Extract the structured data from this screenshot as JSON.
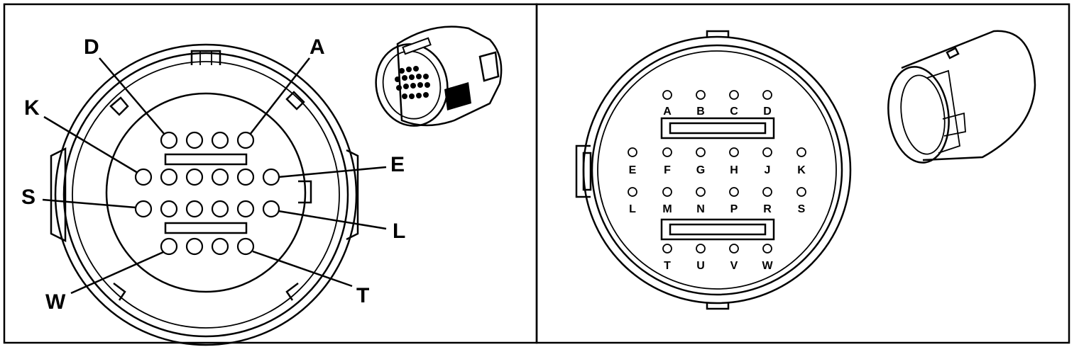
{
  "diagram": {
    "left_view": {
      "callouts": {
        "d": "D",
        "a": "A",
        "k": "K",
        "e": "E",
        "s": "S",
        "l": "L",
        "w": "W",
        "t": "T"
      }
    },
    "right_view": {
      "cavity_labels": [
        [
          "A",
          "B",
          "C",
          "D"
        ],
        [
          "E",
          "F",
          "G",
          "H",
          "J",
          "K"
        ],
        [
          "L",
          "M",
          "N",
          "P",
          "R",
          "S"
        ],
        [
          "T",
          "U",
          "V",
          "W"
        ]
      ]
    }
  }
}
